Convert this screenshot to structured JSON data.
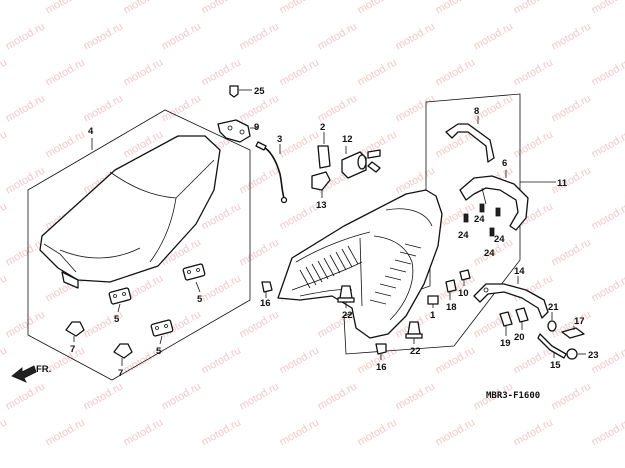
{
  "watermark": "motod.ru",
  "code": "MBR3-F1600",
  "front_label": "FR.",
  "callouts": {
    "c1": "1",
    "c2": "2",
    "c3": "3",
    "c4": "4",
    "c5a": "5",
    "c5b": "5",
    "c5c": "5",
    "c6": "6",
    "c7a": "7",
    "c7b": "7",
    "c8": "8",
    "c9": "9",
    "c10": "10",
    "c11": "11",
    "c12": "12",
    "c13": "13",
    "c14": "14",
    "c15": "15",
    "c16a": "16",
    "c16b": "16",
    "c17": "17",
    "c18": "18",
    "c19": "19",
    "c20": "20",
    "c21": "21",
    "c22a": "22",
    "c22b": "22",
    "c23": "23",
    "c24a": "24",
    "c24b": "24",
    "c24c": "24",
    "c24d": "24",
    "c25": "25"
  }
}
